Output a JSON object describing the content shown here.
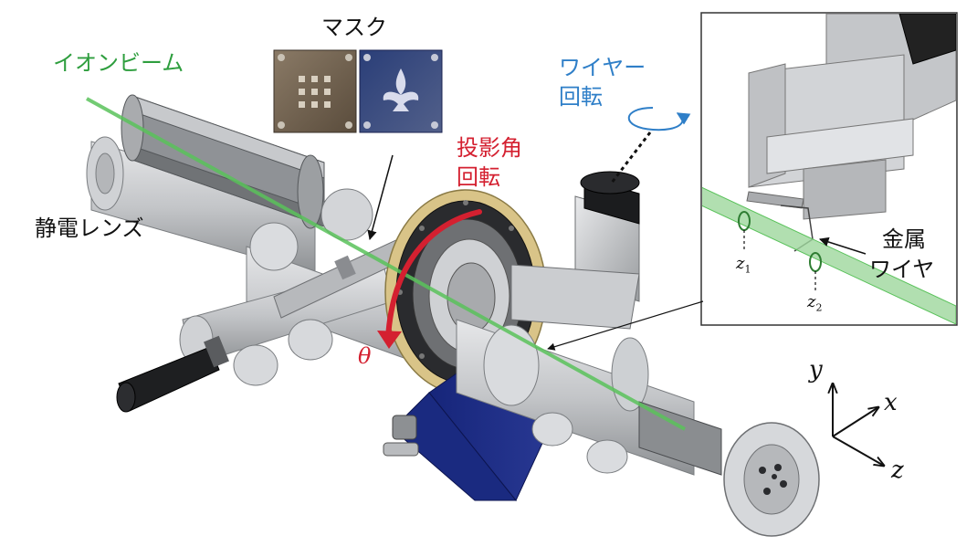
{
  "labels": {
    "ion_beam": "イオンビーム",
    "mask": "マスク",
    "electrostatic_lens": "静電レンズ",
    "projection_rotation_line1": "投影角",
    "projection_rotation_line2": "回転",
    "theta": "θ",
    "wire_rotation_line1": "ワイヤー",
    "wire_rotation_line2": "回転",
    "metal_wire_line1": "金属",
    "metal_wire_line2": "ワイヤ",
    "z1_base": "z",
    "z1_sub": "1",
    "z2_base": "z",
    "z2_sub": "2",
    "axis_x": "x",
    "axis_y": "y",
    "axis_z": "z"
  },
  "colors": {
    "ion_beam": "#2e9e3e",
    "projection_rotation": "#d42030",
    "wire_rotation": "#2f7fc8",
    "text": "#111111",
    "metal_light": "#d4d6d8",
    "metal_mid": "#aeb0b3",
    "metal_dark": "#6e7073",
    "detector_blue": "#1c2e86",
    "ring_gold": "#d9c488"
  }
}
